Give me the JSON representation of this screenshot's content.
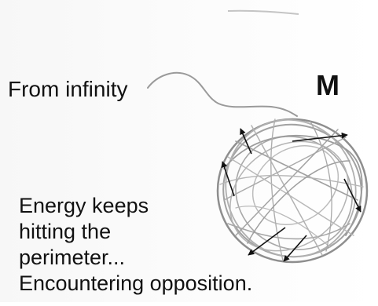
{
  "labels": {
    "source": "From infinity",
    "mass": "M"
  },
  "caption": {
    "line1": "Energy keeps",
    "line2": "hitting the",
    "line3": "perimeter...",
    "line4": "Encountering opposition."
  },
  "colors": {
    "ink": "#111111",
    "pencil": "#8e8e8e",
    "pencil_light": "#b0b0b0",
    "arrow": "#111111"
  }
}
